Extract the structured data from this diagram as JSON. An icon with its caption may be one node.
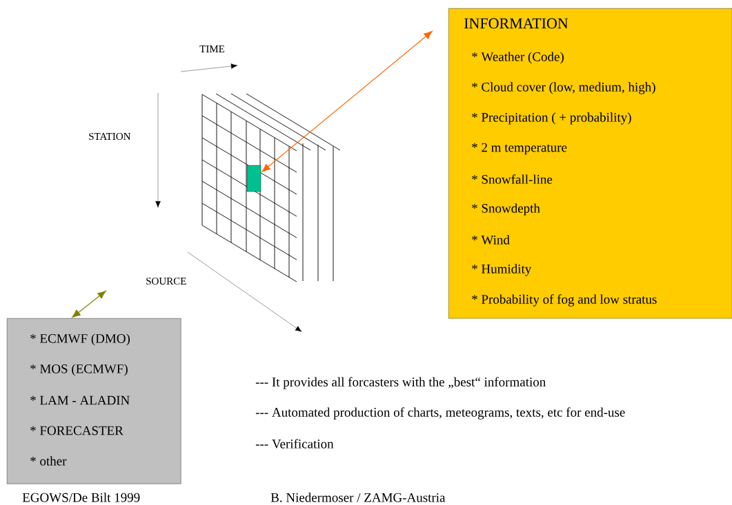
{
  "diagram": {
    "nodes": [
      {
        "text": [
          "INFORMATION",
          "* Weather (Code)",
          "* Cloud cover (low, medium, high)",
          "* Precipitation ( + probability)",
          "* 2 m temperature",
          "* Snowfall-line",
          "* Snowdepth",
          "* Wind",
          "* Humidity",
          "* Probability of fog and low stratus"
        ]
      },
      {
        "text": [],
        "shape": "box"
      },
      {
        "text": [
          "* ECMWF (DMO)",
          "* MOS (ECMWF)",
          "* LAM - ALADIN",
          "* FORECASTER",
          "* other"
        ],
        "beside": [
          "EGOWS/De Bilt 1999"
        ]
      }
    ],
    "edges": [
      {
        "from": 0,
        "to": 1,
        "arrow": "both",
        "color": "#ff6600"
      },
      {
        "from": 2,
        "to": null,
        "arrow": "both",
        "color": "#808000"
      }
    ],
    "labels": [
      "TIME",
      "STATION",
      "SOURCE",
      "---  It provides all forcasters with the „best“ information",
      "---  Automated production of charts, meteograms, texts, etc for end-use",
      "---  Verification",
      "B. Niedermoser / ZAMG-Austria"
    ]
  }
}
